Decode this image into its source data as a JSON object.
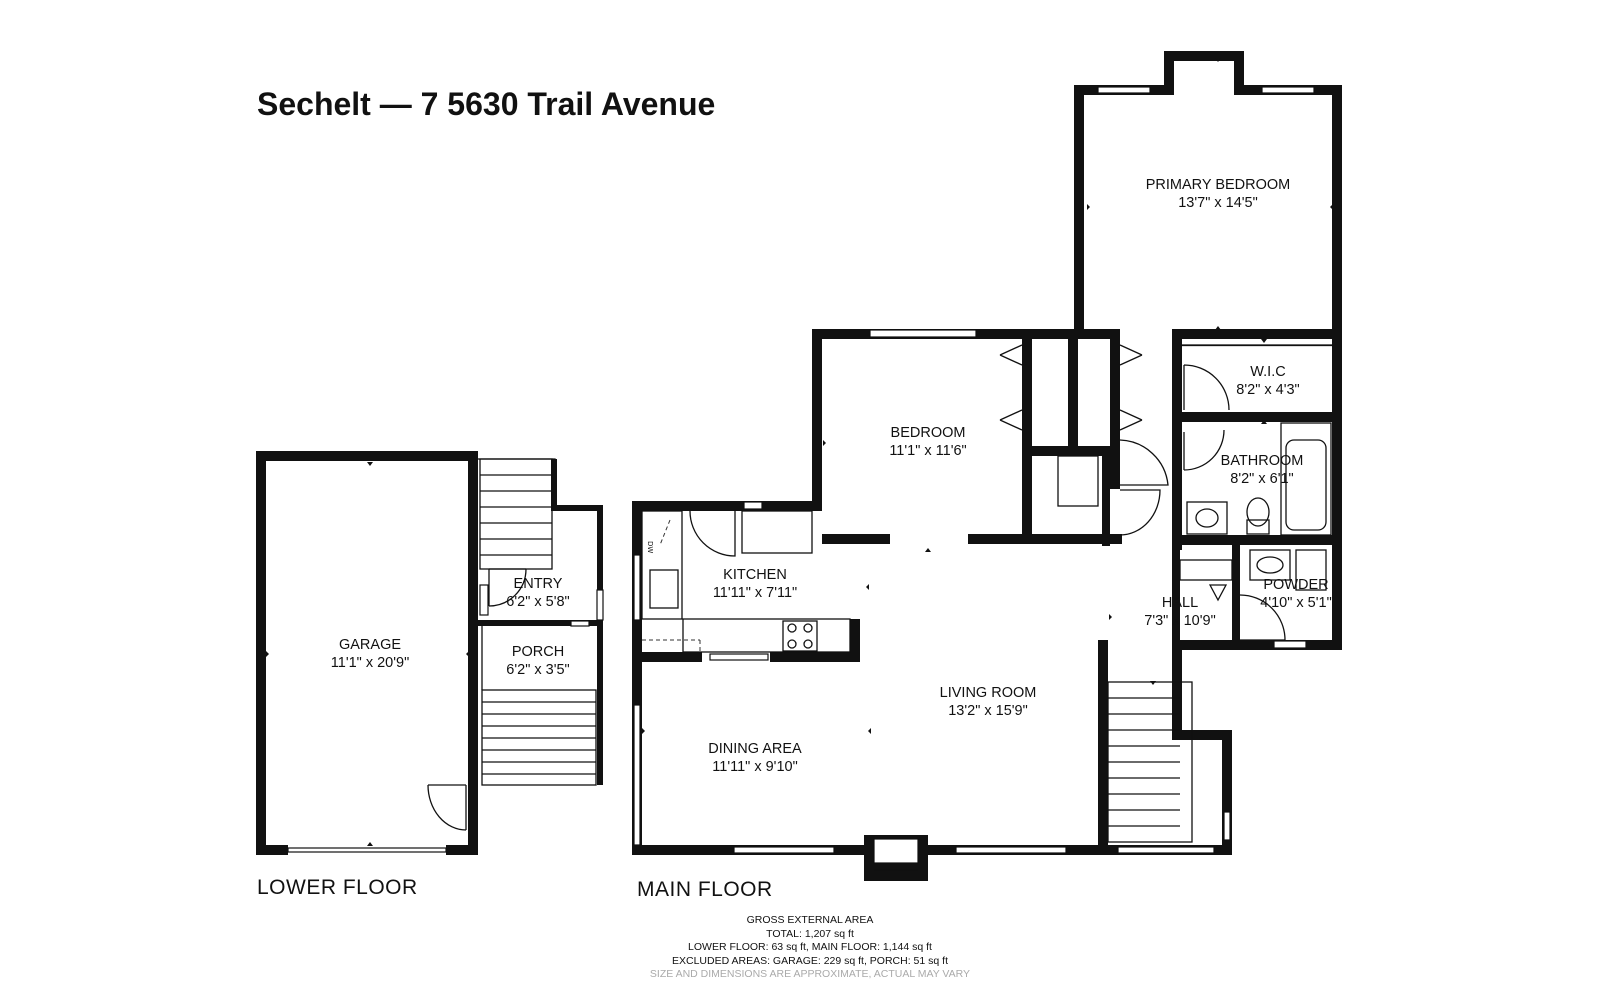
{
  "title": "Sechelt — 7 5630 Trail Avenue",
  "floors": {
    "lower": "LOWER FLOOR",
    "main": "MAIN FLOOR"
  },
  "rooms": {
    "primary_bedroom": {
      "name": "PRIMARY BEDROOM",
      "dims": "13'7\" x 14'5\""
    },
    "wic": {
      "name": "W.I.C",
      "dims": "8'2\" x 4'3\""
    },
    "bedroom": {
      "name": "BEDROOM",
      "dims": "11'1\" x 11'6\""
    },
    "bathroom": {
      "name": "BATHROOM",
      "dims": "8'2\" x 6'1\""
    },
    "kitchen": {
      "name": "KITCHEN",
      "dims": "11'11\" x 7'11\""
    },
    "hall": {
      "name": "HALL",
      "dims": "7'3\" x 10'9\""
    },
    "powder": {
      "name": "POWDER",
      "dims": "4'10\" x 5'1\""
    },
    "living_room": {
      "name": "LIVING ROOM",
      "dims": "13'2\" x 15'9\""
    },
    "dining_area": {
      "name": "DINING AREA",
      "dims": "11'11\" x 9'10\""
    },
    "garage": {
      "name": "GARAGE",
      "dims": "11'1\" x 20'9\""
    },
    "entry": {
      "name": "ENTRY",
      "dims": "6'2\" x 5'8\""
    },
    "porch": {
      "name": "PORCH",
      "dims": "6'2\" x 3'5\""
    }
  },
  "fixture_label": "DW",
  "area_summary": {
    "heading": "GROSS EXTERNAL AREA",
    "total": "TOTAL: 1,207 sq ft",
    "floors": "LOWER FLOOR: 63 sq ft, MAIN FLOOR: 1,144 sq ft",
    "excluded": "EXCLUDED AREAS: GARAGE: 229 sq ft, PORCH: 51 sq ft",
    "disclaimer": "SIZE AND DIMENSIONS ARE APPROXIMATE, ACTUAL MAY VARY"
  }
}
